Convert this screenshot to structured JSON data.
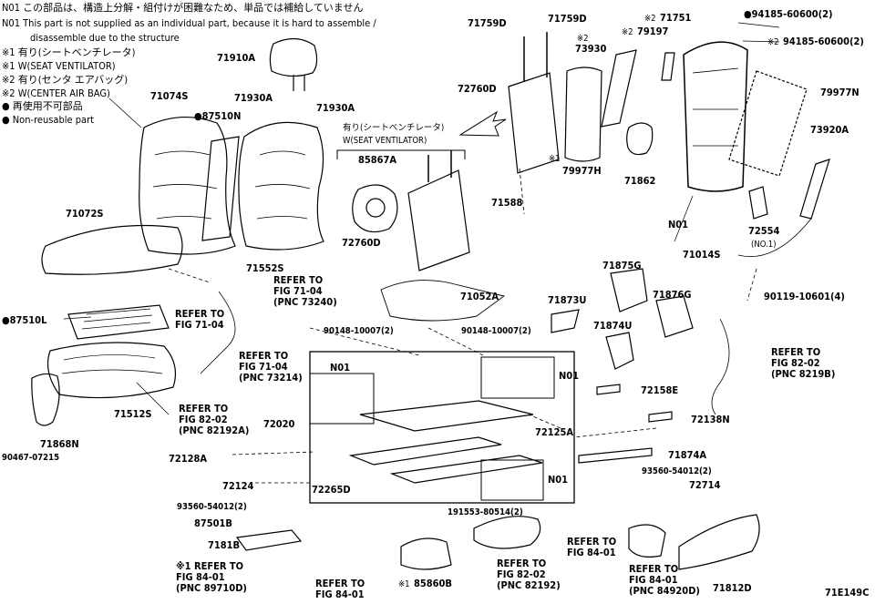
{
  "notes": [
    {
      "key": "note-n01-jp",
      "text": "N01 この部品は、構造上分解・組付けが困難なため、単品では補給していません"
    },
    {
      "key": "note-n01-en",
      "text": "N01 This part is not supplied as an individual part, because it is hard to assemble /"
    },
    {
      "key": "note-n01-en2",
      "text": "disassemble due to the structure"
    },
    {
      "key": "note-x1-jp",
      "text": "※1 有り(シートベンチレータ)"
    },
    {
      "key": "note-x1-en",
      "text": "※1 W(SEAT VENTILATOR)"
    },
    {
      "key": "note-x2-jp",
      "text": "※2 有り(センタ エアバッグ)"
    },
    {
      "key": "note-x2-en",
      "text": "※2 W(CENTER AIR BAG)"
    },
    {
      "key": "note-reuse-jp",
      "text": "● 再使用不可部品"
    },
    {
      "key": "note-reuse-en",
      "text": "● Non-reusable part"
    }
  ],
  "labels": [
    {
      "key": "p71910A",
      "text": "71910A"
    },
    {
      "key": "p71074S",
      "text": "71074S"
    },
    {
      "key": "p87510N",
      "text": "●87510N"
    },
    {
      "key": "p71930A1",
      "text": "71930A"
    },
    {
      "key": "p71930A2",
      "text": "71930A"
    },
    {
      "key": "p71072S",
      "text": "71072S"
    },
    {
      "key": "p71552S",
      "text": "71552S"
    },
    {
      "key": "p87510L",
      "text": "●87510L"
    },
    {
      "key": "p71512S",
      "text": "71512S"
    },
    {
      "key": "p71868N",
      "text": "71868N"
    },
    {
      "key": "p90467",
      "text": "90467-07215"
    },
    {
      "key": "p71759D1",
      "text": "71759D"
    },
    {
      "key": "p71759D2",
      "text": "71759D"
    },
    {
      "key": "p72760D1",
      "text": "72760D"
    },
    {
      "key": "p73930",
      "text": "73930"
    },
    {
      "key": "p71588",
      "text": "71588"
    },
    {
      "key": "p79977H",
      "text": "79977H"
    },
    {
      "key": "p79197",
      "text": "79197"
    },
    {
      "key": "p71751",
      "text": "71751"
    },
    {
      "key": "p94185a",
      "text": "●94185-60600(2)"
    },
    {
      "key": "p94185b",
      "text": "94185-60600(2)"
    },
    {
      "key": "p79977N",
      "text": "79977N"
    },
    {
      "key": "p73920A",
      "text": "73920A"
    },
    {
      "key": "p71862",
      "text": "71862"
    },
    {
      "key": "pN01a",
      "text": "N01"
    },
    {
      "key": "p71014S",
      "text": "71014S"
    },
    {
      "key": "p72554",
      "text": "72554"
    },
    {
      "key": "p72554no",
      "text": "(NO.1)"
    },
    {
      "key": "p90119",
      "text": "90119-10601(4)"
    },
    {
      "key": "p85867A",
      "text": "85867A"
    },
    {
      "key": "p72760D2",
      "text": "72760D"
    },
    {
      "key": "p71052A",
      "text": "71052A"
    },
    {
      "key": "p90148a",
      "text": "90148-10007(2)"
    },
    {
      "key": "p90148b",
      "text": "90148-10007(2)"
    },
    {
      "key": "p71875G",
      "text": "71875G"
    },
    {
      "key": "p71873U",
      "text": "71873U"
    },
    {
      "key": "p71876G",
      "text": "71876G"
    },
    {
      "key": "p71874U",
      "text": "71874U"
    },
    {
      "key": "p72158E",
      "text": "72158E"
    },
    {
      "key": "p72138N",
      "text": "72138N"
    },
    {
      "key": "p71874A",
      "text": "71874A"
    },
    {
      "key": "p72125A",
      "text": "72125A"
    },
    {
      "key": "p72020",
      "text": "72020"
    },
    {
      "key": "pN01b",
      "text": "N01"
    },
    {
      "key": "pN01c",
      "text": "N01"
    },
    {
      "key": "pN01d",
      "text": "N01"
    },
    {
      "key": "p72128A",
      "text": "72128A"
    },
    {
      "key": "p72124",
      "text": "72124"
    },
    {
      "key": "p72265D",
      "text": "72265D"
    },
    {
      "key": "p93560a",
      "text": "93560-54012(2)"
    },
    {
      "key": "p87501B",
      "text": "87501B"
    },
    {
      "key": "p7181B",
      "text": "7181B"
    },
    {
      "key": "p191553",
      "text": "191553-80514(2)"
    },
    {
      "key": "p85860B",
      "text": "85860B"
    },
    {
      "key": "p93560b",
      "text": "93560-54012(2)"
    },
    {
      "key": "p72714",
      "text": "72714"
    },
    {
      "key": "p71812D",
      "text": "71812D"
    },
    {
      "key": "pDiag",
      "text": "71E149C"
    }
  ],
  "marks": {
    "x1": "※1",
    "x2": "※2",
    "dot": "●"
  },
  "refs": [
    {
      "key": "ref7104a",
      "lines": [
        "REFER TO",
        "FIG 71-04",
        "(PNC 73240)"
      ]
    },
    {
      "key": "ref7104b",
      "lines": [
        "REFER TO",
        "FIG 71-04"
      ]
    },
    {
      "key": "ref7104c",
      "lines": [
        "REFER TO",
        "FIG 71-04",
        "(PNC 73214)"
      ]
    },
    {
      "key": "ref8202a",
      "lines": [
        "REFER TO",
        "FIG 82-02",
        "(PNC 82192A)"
      ]
    },
    {
      "key": "ref8202b",
      "lines": [
        "REFER TO",
        "FIG 82-02",
        "(PNC 8219B)"
      ]
    },
    {
      "key": "ref8202c",
      "lines": [
        "REFER TO",
        "FIG 82-02",
        "(PNC 82192)"
      ]
    },
    {
      "key": "ref8401a",
      "lines": [
        "※1 REFER TO",
        "FIG 84-01",
        "(PNC 89710D)"
      ]
    },
    {
      "key": "ref8401b",
      "lines": [
        "REFER TO",
        "FIG 84-01"
      ]
    },
    {
      "key": "ref8401c",
      "lines": [
        "REFER TO",
        "FIG 84-01"
      ]
    },
    {
      "key": "ref8401d",
      "lines": [
        "REFER TO",
        "FIG 84-01",
        "(PNC 84920D)"
      ]
    }
  ],
  "callout": {
    "jp": "有り(シートベンチレータ)",
    "en": "W(SEAT VENTILATOR)"
  }
}
